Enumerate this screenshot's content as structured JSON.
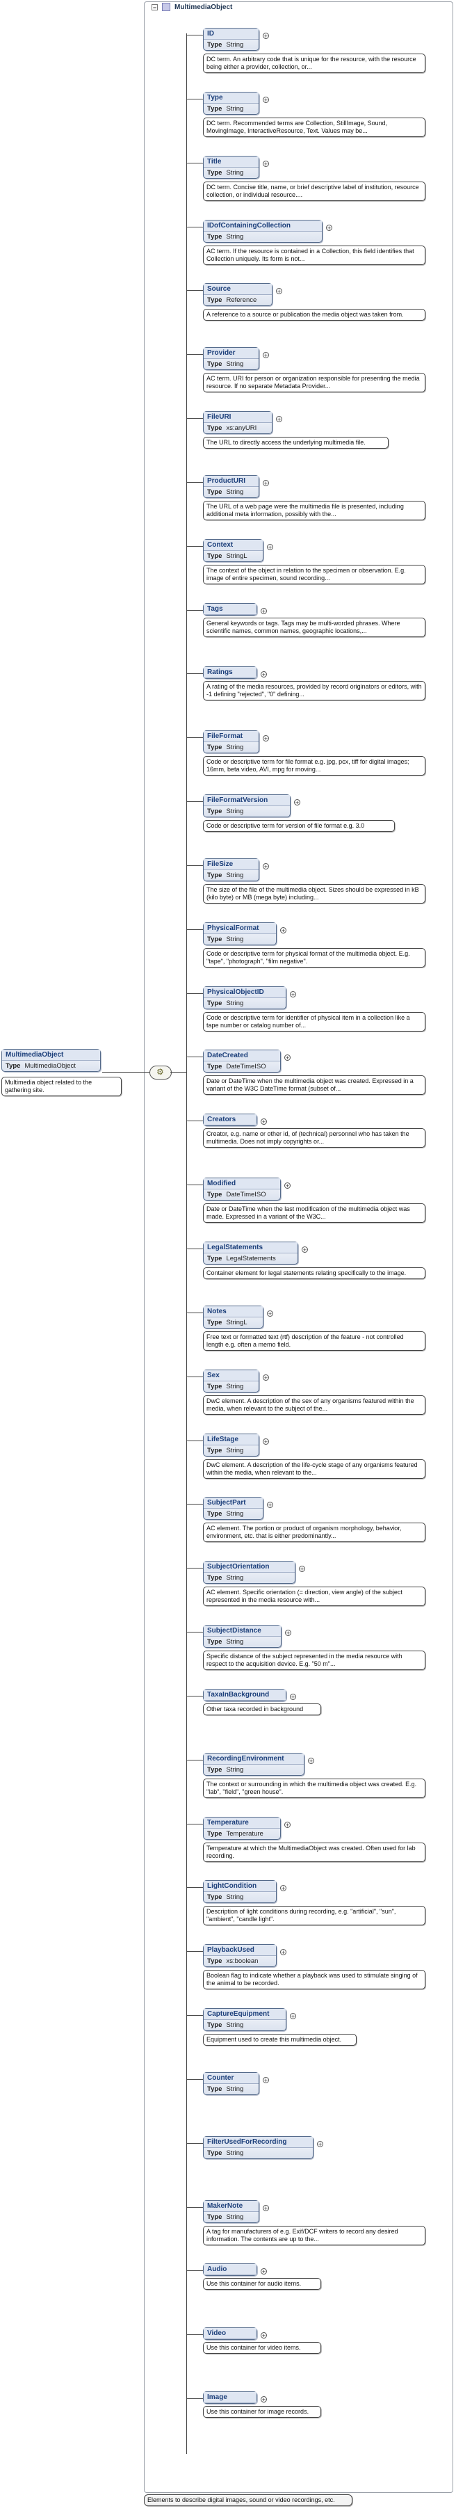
{
  "container": {
    "title": "MultimediaObject",
    "footer": "Elements to describe digital images, sound or video recordings, etc."
  },
  "root": {
    "name": "MultimediaObject",
    "type_label": "Type",
    "type": "MultimediaObject",
    "description": "Multimedia object related to the gathering site."
  },
  "elements": [
    {
      "name": "ID",
      "type": "String",
      "desc": "DC term. An arbitrary code that is unique for the resource, with the resource being either a provider, collection, or..."
    },
    {
      "name": "Type",
      "type": "String",
      "desc": "DC term. Recommended terms are Collection, StillImage, Sound, MovingImage, InteractiveResource, Text. Values may be..."
    },
    {
      "name": "Title",
      "type": "String",
      "desc": "DC term. Concise title, name, or brief descriptive label of institution, resource collection, or individual resource...."
    },
    {
      "name": "IDofContainingCollection",
      "type": "String",
      "desc": "AC term. If the resource is contained in a Collection, this field identifies that Collection uniquely. Its form is not..."
    },
    {
      "name": "Source",
      "type": "Reference",
      "desc": "A reference to a source or publication the media object was taken from."
    },
    {
      "name": "Provider",
      "type": "String",
      "desc": "AC term. URI for person or organization responsible for presenting the media resource. If no separate Metadata Provider..."
    },
    {
      "name": "FileURI",
      "type": "xs:anyURI",
      "desc": "The URL to directly access the underlying multimedia file."
    },
    {
      "name": "ProductURI",
      "type": "String",
      "desc": "The URL of a web page were the multimedia file is presented, including additional meta information, possibly with the..."
    },
    {
      "name": "Context",
      "type": "StringL",
      "desc": "The context of the object in relation to the specimen or observation. E.g. image of entire specimen, sound recording..."
    },
    {
      "name": "Tags",
      "type": "",
      "desc": "General keywords or tags. Tags may be multi-worded phrases. Where scientific names, common names, geographic locations,..."
    },
    {
      "name": "Ratings",
      "type": "",
      "desc": "A rating of the media resources, provided by record originators or editors, with -1 defining \"rejected\", \"0\" defining..."
    },
    {
      "name": "FileFormat",
      "type": "String",
      "desc": "Code or descriptive term for file format e.g. jpg, pcx, tiff for digital images; 16mm, beta video, AVI, mpg for moving..."
    },
    {
      "name": "FileFormatVersion",
      "type": "String",
      "desc": "Code or descriptive term for version of file format e.g. 3.0"
    },
    {
      "name": "FileSize",
      "type": "String",
      "desc": "The size of the file of the multimedia object. Sizes should be expressed in kB (kilo byte) or MB (mega byte) including..."
    },
    {
      "name": "PhysicalFormat",
      "type": "String",
      "desc": "Code or descriptive term for physical format of the multimedia object. E.g. \"tape\", \"photograph\", \"film negative\"."
    },
    {
      "name": "PhysicalObjectID",
      "type": "String",
      "desc": "Code or descriptive term for identifier of physical item in a collection like a tape number or catalog number of..."
    },
    {
      "name": "DateCreated",
      "type": "DateTimeISO",
      "desc": "Date or DateTime when the multimedia object was created. Expressed in a variant of the W3C DateTime format (subset of..."
    },
    {
      "name": "Creators",
      "type": "",
      "desc": "Creator, e.g. name or other id, of (technical) personnel who has taken the multimedia. Does not imply copyrights or..."
    },
    {
      "name": "Modified",
      "type": "DateTimeISO",
      "desc": "Date or DateTime when the last modification of the multimedia object was made. Expressed in a variant of the W3C..."
    },
    {
      "name": "LegalStatements",
      "type": "LegalStatements",
      "desc": "Container element for legal statements relating specifically to the image."
    },
    {
      "name": "Notes",
      "type": "StringL",
      "desc": "Free text or formatted text (rtf) description of the feature - not controlled length e.g. often a memo field."
    },
    {
      "name": "Sex",
      "type": "String",
      "desc": "DwC element. A description of the sex of any organisms featured within the media, when relevant to the subject of the..."
    },
    {
      "name": "LifeStage",
      "type": "String",
      "desc": "DwC element. A description of the life-cycle stage of any organisms featured within the media, when relevant to the..."
    },
    {
      "name": "SubjectPart",
      "type": "String",
      "desc": "AC element. The portion or product of organism morphology, behavior, environment, etc. that is either predominantly..."
    },
    {
      "name": "SubjectOrientation",
      "type": "String",
      "desc": "AC element. Specific orientation (= direction, view angle) of the subject represented in the media resource with..."
    },
    {
      "name": "SubjectDistance",
      "type": "String",
      "desc": "Specific distance of the subject represented in the media resource with respect to the acquisition device. E.g. \"50 m\"..."
    },
    {
      "name": "TaxaInBackground",
      "type": "",
      "desc": "Other taxa recorded in background"
    },
    {
      "name": "RecordingEnvironment",
      "type": "String",
      "desc": "The context or surrounding in which the multimedia object was created. E.g. \"lab\", \"field\", \"green house\"."
    },
    {
      "name": "Temperature",
      "type": "Temperature",
      "desc": "Temperature at which the MultimediaObject was created. Often used for lab recording."
    },
    {
      "name": "LightCondition",
      "type": "String",
      "desc": "Description of light conditions during recording, e.g. \"artificial\", \"sun\", \"ambient\", \"candle light\"."
    },
    {
      "name": "PlaybackUsed",
      "type": "xs:boolean",
      "desc": "Boolean flag to indicate whether a playback was used to stimulate singing of the animal to be recorded."
    },
    {
      "name": "CaptureEquipment",
      "type": "String",
      "desc": "Equipment used to create this multimedia object."
    },
    {
      "name": "Counter",
      "type": "String",
      "desc": ""
    },
    {
      "name": "FilterUsedForRecording",
      "type": "String",
      "desc": ""
    },
    {
      "name": "MakerNote",
      "type": "String",
      "desc": "A tag for manufacturers of e.g. Exif/DCF writers to record any desired information. The contents are up to the..."
    },
    {
      "name": "Audio",
      "type": "",
      "desc": "Use this container for audio items."
    },
    {
      "name": "Video",
      "type": "",
      "desc": "Use this container for video items."
    },
    {
      "name": "Image",
      "type": "",
      "desc": "Use this container for image records."
    }
  ],
  "labels": {
    "type": "Type"
  },
  "icons": {
    "expand": "plus-icon",
    "collapse": "minus-icon",
    "sequence": "sequence-icon"
  }
}
